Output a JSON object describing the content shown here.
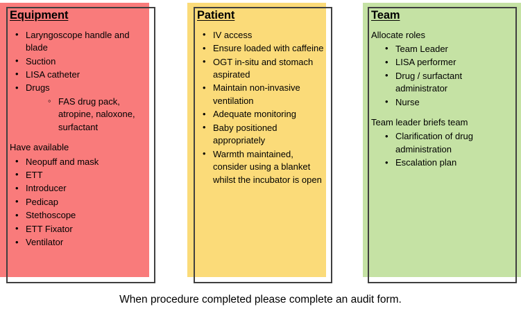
{
  "colors": {
    "equipment_fill": "#F97B7B",
    "patient_fill": "#FBDB79",
    "team_fill": "#C5E2A4",
    "frame_border": "#3F3F3F",
    "text": "#000000",
    "page_background": "#FFFFFF"
  },
  "panels": [
    {
      "id": "equipment",
      "title": "Equipment",
      "blocks": [
        {
          "label": null,
          "items": [
            {
              "text": "Laryngoscope handle and blade",
              "subitems": []
            },
            {
              "text": "Suction",
              "subitems": []
            },
            {
              "text": "LISA catheter",
              "subitems": []
            },
            {
              "text": "Drugs",
              "subitems": [
                "FAS drug pack, atropine, naloxone, surfactant"
              ]
            }
          ]
        },
        {
          "label": "Have available",
          "items": [
            {
              "text": "Neopuff and mask",
              "subitems": []
            },
            {
              "text": "ETT",
              "subitems": []
            },
            {
              "text": "Introducer",
              "subitems": []
            },
            {
              "text": "Pedicap",
              "subitems": []
            },
            {
              "text": "Stethoscope",
              "subitems": []
            },
            {
              "text": "ETT Fixator",
              "subitems": []
            },
            {
              "text": "Ventilator",
              "subitems": []
            }
          ]
        }
      ]
    },
    {
      "id": "patient",
      "title": "Patient",
      "blocks": [
        {
          "label": null,
          "items": [
            {
              "text": "IV access",
              "subitems": []
            },
            {
              "text": "Ensure loaded with caffeine",
              "subitems": []
            },
            {
              "text": "OGT in-situ and stomach aspirated",
              "subitems": []
            },
            {
              "text": "Maintain non-invasive ventilation",
              "subitems": []
            },
            {
              "text": "Adequate monitoring",
              "subitems": []
            },
            {
              "text": "Baby positioned appropriately",
              "subitems": []
            },
            {
              "text": "Warmth maintained, consider using a blanket whilst the incubator is open",
              "subitems": []
            }
          ]
        }
      ]
    },
    {
      "id": "team",
      "title": "Team",
      "blocks": [
        {
          "label": "Allocate roles",
          "items": [
            {
              "text": "Team Leader",
              "subitems": []
            },
            {
              "text": "LISA performer",
              "subitems": []
            },
            {
              "text": "Drug / surfactant administrator",
              "subitems": []
            },
            {
              "text": "Nurse",
              "subitems": []
            }
          ]
        },
        {
          "label": "Team leader briefs team",
          "items": [
            {
              "text": "Clarification of drug administration",
              "subitems": []
            },
            {
              "text": "Escalation plan",
              "subitems": []
            }
          ]
        }
      ]
    }
  ],
  "caption": "When procedure completed please complete an audit form."
}
